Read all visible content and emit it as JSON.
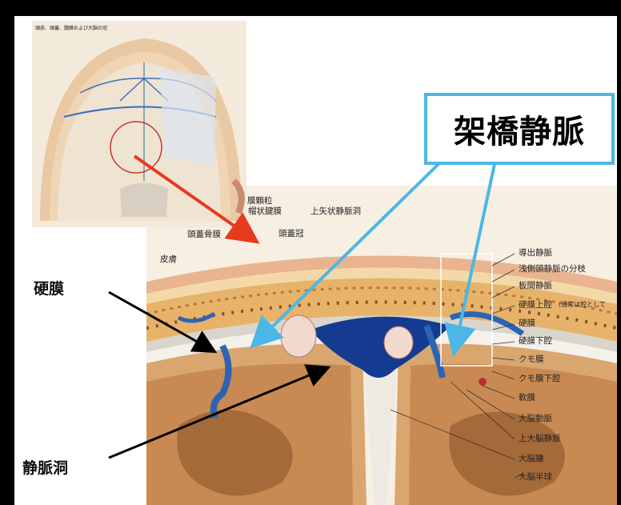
{
  "callout_title": "架橋静脈",
  "left_labels": {
    "dura": "硬膜",
    "venous_sinus": "静脈洞"
  },
  "plate_top_labels": {
    "arachnoid_granulation": "クモ膜顆粒",
    "superior_sagittal_sinus": "上矢状静脈洞",
    "galea": "帽状腱膜",
    "pericranium": "頭蓋骨膜",
    "skin": "皮膚",
    "skull": "頭蓋冠"
  },
  "plate_right_labels": [
    "導出静脈",
    "浅側頭静脈の分枝",
    "板間静脈",
    "硬膜上腔",
    "(通常は腔として",
    "硬膜",
    "硬膜下腔",
    "クモ膜",
    "クモ膜下腔",
    "軟膜",
    "大脳動脈",
    "上大脳静脈",
    "大脳鎌",
    "大脳半球"
  ],
  "inset_title": "頭皮、頭蓋、髄膜および大脳の冠"
}
